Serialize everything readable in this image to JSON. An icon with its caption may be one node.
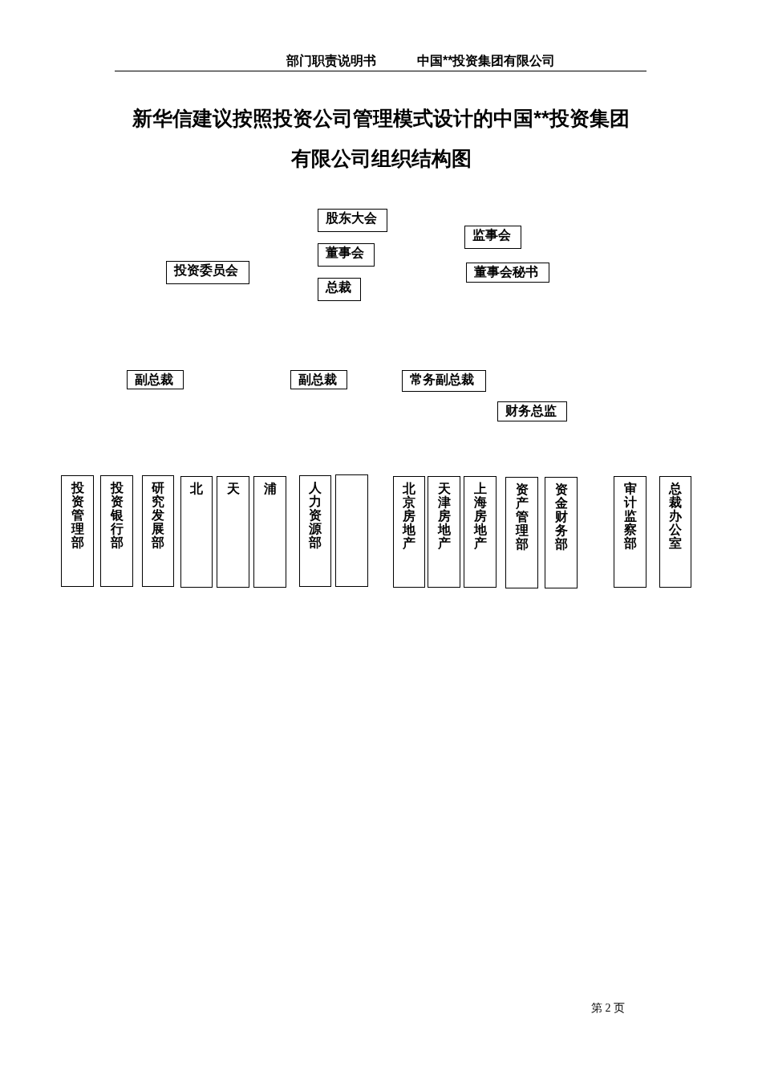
{
  "diagram": {
    "title": "新华信建议按照投资公司管理模式设计的中国**投资集团有限公司组织结构图",
    "nodes": [
      {
        "text": [
          "股东大会"
        ]
      },
      {
        "text": [
          "监事会"
        ]
      },
      {
        "text": [
          "董事会"
        ]
      },
      {
        "text": [
          "投资委员会"
        ]
      },
      {
        "text": [
          "董事会秘书"
        ]
      },
      {
        "text": [
          "总裁"
        ]
      },
      {
        "text": [
          "副总裁"
        ]
      },
      {
        "text": [
          "副总裁"
        ]
      },
      {
        "text": [
          "常务副总裁"
        ]
      },
      {
        "text": [
          "财务总监"
        ]
      },
      {
        "text": [
          "投资管理部"
        ]
      },
      {
        "text": [
          "投资银行部"
        ]
      },
      {
        "text": [
          "研究发展部"
        ]
      },
      {
        "text": [
          "北"
        ]
      },
      {
        "text": [
          "天"
        ]
      },
      {
        "text": [
          "浦"
        ]
      },
      {
        "text": [
          "人力资源部"
        ]
      },
      {
        "text": [],
        "shape": "box"
      },
      {
        "text": [
          "北京房地产"
        ]
      },
      {
        "text": [
          "天津房地产"
        ]
      },
      {
        "text": [
          "上海房地产"
        ]
      },
      {
        "text": [
          "资产管理部"
        ]
      },
      {
        "text": [
          "资金财务部"
        ]
      },
      {
        "text": [
          "审计监察部"
        ]
      },
      {
        "text": [
          "总裁办公室"
        ]
      }
    ],
    "labels": [
      "部门职责说明书",
      "中国**投资集团有限公司",
      "第 2 页"
    ]
  }
}
